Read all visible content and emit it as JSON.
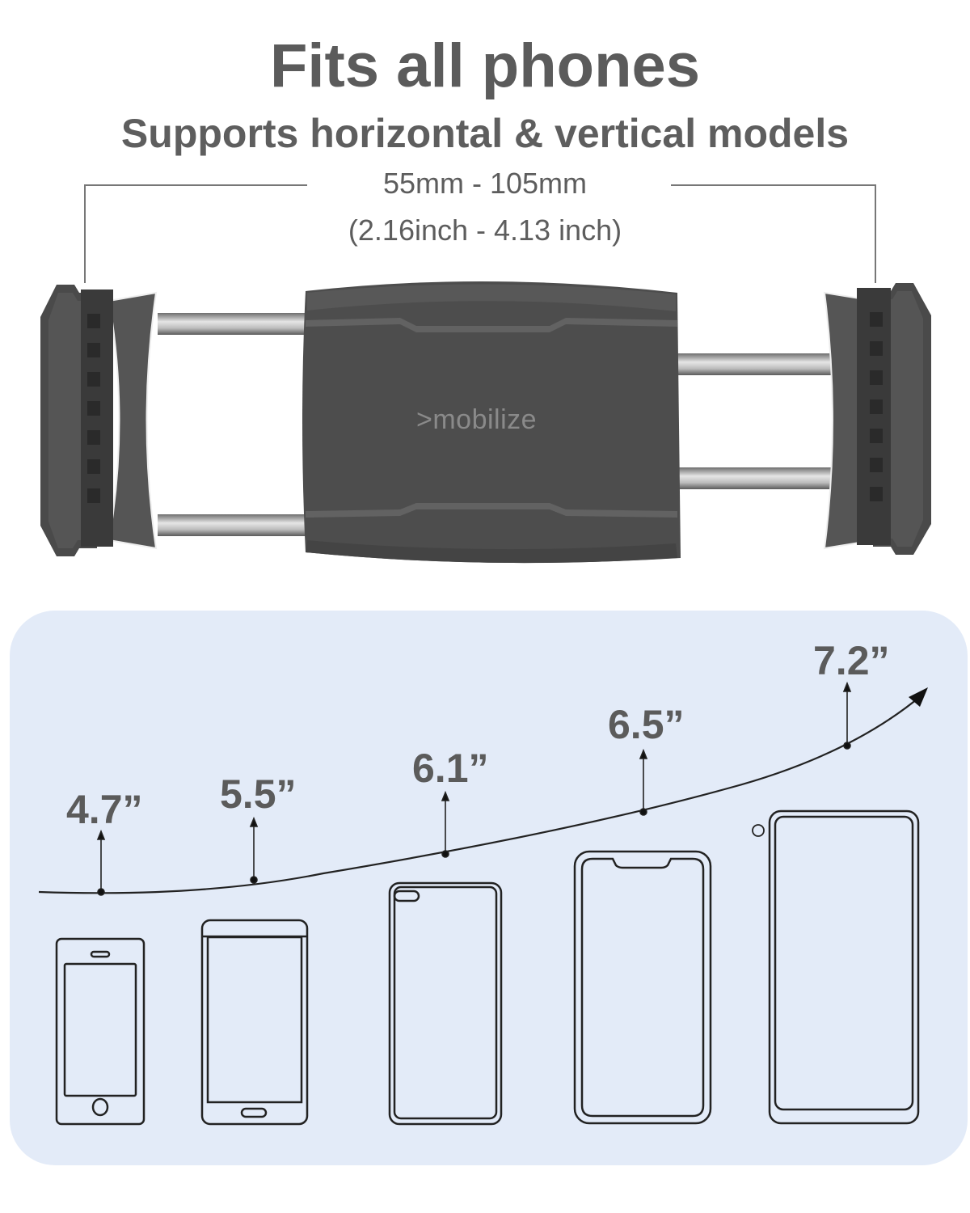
{
  "header": {
    "title": "Fits all phones",
    "subtitle": "Supports horizontal & vertical models"
  },
  "dimensions": {
    "metric": "55mm - 105mm",
    "imperial": "(2.16inch - 4.13 inch)"
  },
  "product": {
    "brand_logo": ">mobilize",
    "body_color": "#4d4d4d",
    "rod_color": "#b8b8b8"
  },
  "size_chart": {
    "background": "#e3ebf8",
    "sizes": [
      {
        "label": "4.7”",
        "phone_icon": "phone-home-button-icon"
      },
      {
        "label": "5.5”",
        "phone_icon": "phone-android-button-icon"
      },
      {
        "label": "6.1”",
        "phone_icon": "phone-punch-hole-icon"
      },
      {
        "label": "6.5”",
        "phone_icon": "phone-notch-icon"
      },
      {
        "label": "7.2”",
        "phone_icon": "phone-large-bezel-icon"
      }
    ]
  },
  "colors": {
    "heading_text": "#5b5b5b",
    "line_art": "#222222"
  }
}
